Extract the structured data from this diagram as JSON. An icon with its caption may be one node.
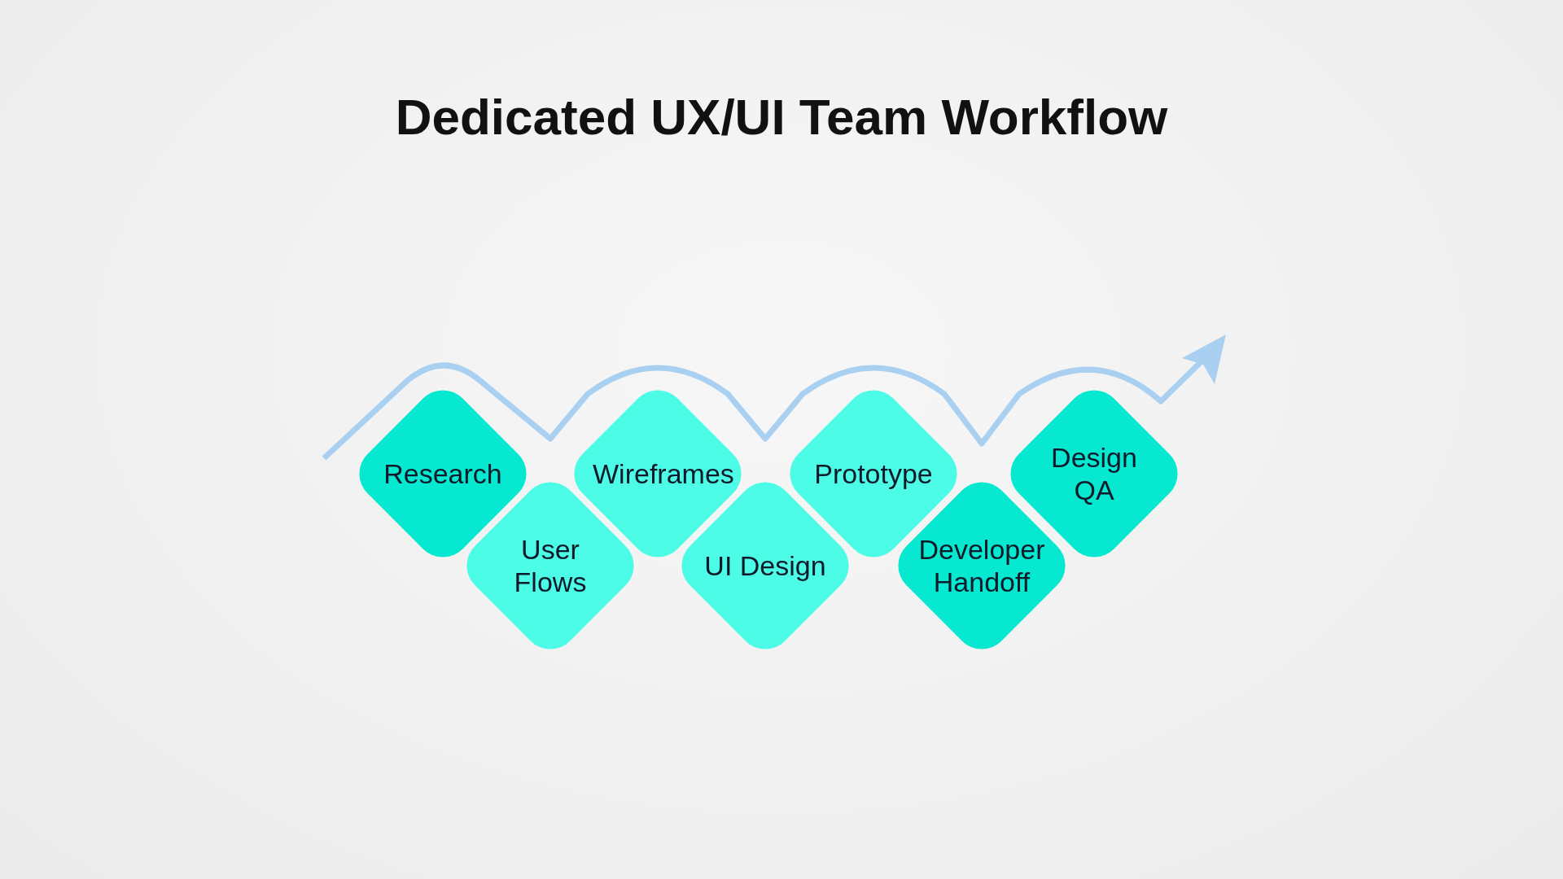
{
  "diagram": {
    "title": "Dedicated **UX/UI Team** Workflow",
    "nodes": [
      {
        "text": [
          "Research"
        ]
      },
      {
        "text": [
          "User Flows"
        ]
      },
      {
        "text": [
          "Wireframes"
        ]
      },
      {
        "text": [
          "UI Design"
        ]
      },
      {
        "text": [
          "Prototype"
        ]
      },
      {
        "text": [
          "Developer Handoff"
        ]
      },
      {
        "text": [
          "Design QA"
        ]
      }
    ]
  }
}
